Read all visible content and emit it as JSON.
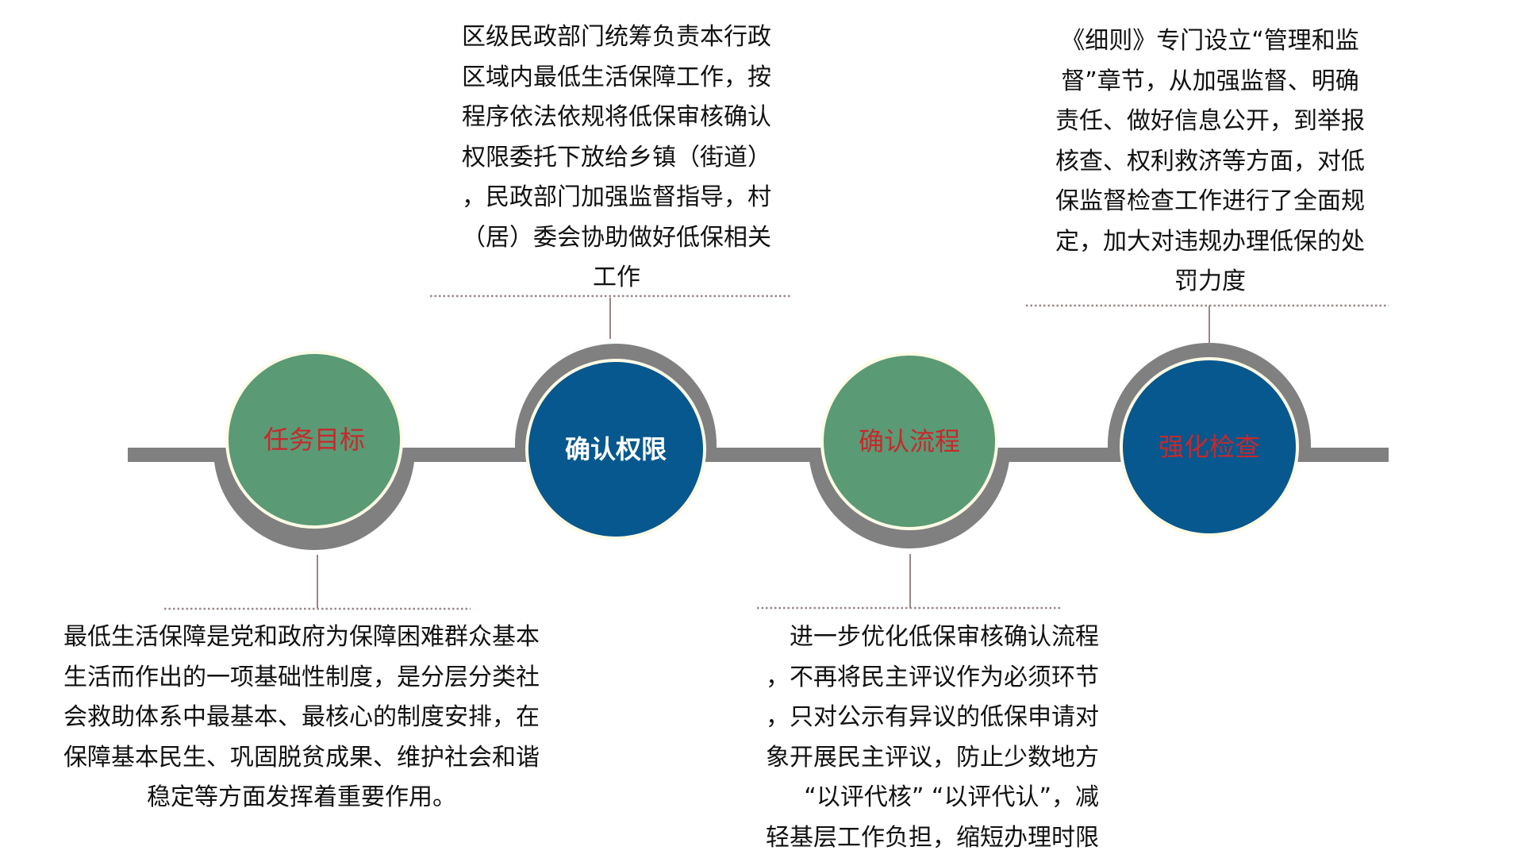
{
  "colors": {
    "green": "#5a9a75",
    "blue": "#06588e",
    "gray": "#808080",
    "ring": "#fffbe6",
    "red": "#c8282c",
    "connector": "#9a8585"
  },
  "steps": [
    {
      "label": "任务目标",
      "label_color": "#c8282c",
      "fill": "#5a9a75",
      "text": [
        "最低生活保障是党和政府为保障困难群众基本",
        "生活而作出的一项基础性制度，是分层分类社",
        "会救助体系中最基本、最核心的制度安排，在",
        "保障基本民生、巩固脱贫成果、维护社会和谐",
        "稳定等方面发挥着重要作用。"
      ]
    },
    {
      "label": "确认权限",
      "label_color": "#ffffff",
      "fill": "#06588e",
      "text": [
        "区级民政部门统筹负责本行政",
        "区域内最低生活保障工作，按",
        "程序依法依规将低保审核确认",
        "权限委托下放给乡镇（街道）",
        "，民政部门加强监督指导，村",
        "（居）委会协助做好低保相关",
        "工作"
      ]
    },
    {
      "label": "确认流程",
      "label_color": "#c8282c",
      "fill": "#5a9a75",
      "text": [
        "进一步优化低保审核确认流程",
        "，不再将民主评议作为必须环节",
        "，只对公示有异议的低保申请对",
        "象开展民主评议，防止少数地方",
        "“以评代核”  “以评代认”，减",
        "轻基层工作负担，缩短办理时限"
      ]
    },
    {
      "label": "强化检查",
      "label_color": "#c8282c",
      "fill": "#06588e",
      "text": [
        "《细则》专门设立“管理和监",
        "督”章节，从加强监督、明确",
        "责任、做好信息公开，到举报",
        "核查、权利救济等方面，对低",
        "保监督检查工作进行了全面规",
        "定，加大对违规办理低保的处",
        "罚力度"
      ]
    }
  ]
}
